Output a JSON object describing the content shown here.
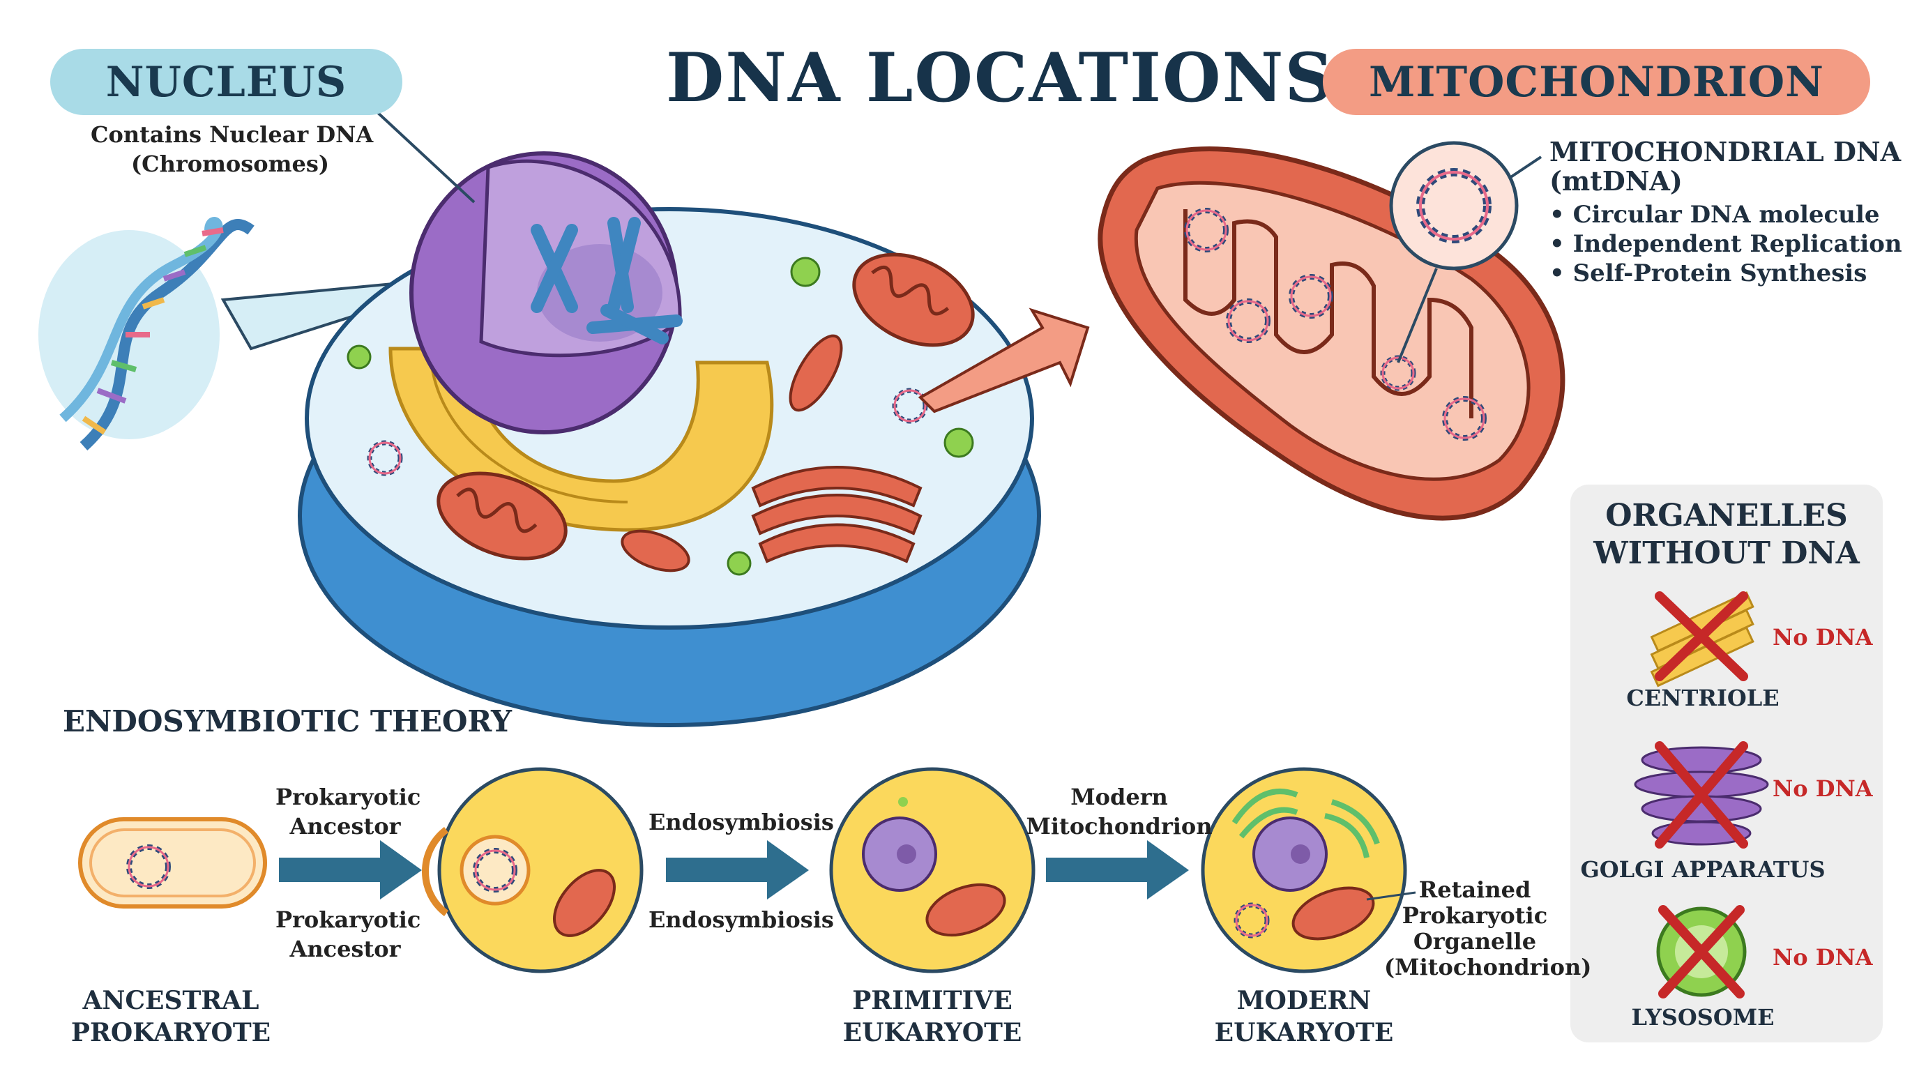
{
  "title": "DNA LOCATIONS",
  "nucleus": {
    "label": "NUCLEUS",
    "caption_line1": "Contains Nuclear DNA",
    "caption_line2": "(Chromosomes)"
  },
  "mitochondrion": {
    "label": "MITOCHONDRION",
    "heading_line1": "MITOCHONDRIAL DNA",
    "heading_line2": "(mtDNA)",
    "bullets": [
      "• Circular DNA molecule",
      "• Independent Replication",
      "• Self-Protein Synthesis"
    ]
  },
  "endosymbiotic": {
    "heading": "ENDOSYMBIOTIC THEORY",
    "arrow1_top": [
      "Prokaryotic",
      "Ancestor"
    ],
    "arrow1_bottom": [
      "Prokaryotic",
      "Ancestor"
    ],
    "arrow2_top": "Endosymbiosis",
    "arrow2_bottom": "Endosymbiosis",
    "arrow3_top": [
      "Modern",
      "Mitochondrion"
    ],
    "stage1": [
      "ANCESTRAL",
      "PROKARYOTE"
    ],
    "stage2": [
      "PRIMITIVE",
      "EUKARYOTE"
    ],
    "stage3": [
      "MODERN",
      "EUKARYOTE"
    ],
    "retained": [
      "Retained",
      "Prokaryotic",
      "Organelle",
      "(Mitochondrion)"
    ]
  },
  "no_dna_panel": {
    "heading_line1": "ORGANELLES",
    "heading_line2": "WITHOUT DNA",
    "items": [
      {
        "name": "CENTRIOLE",
        "tag": "No DNA"
      },
      {
        "name": "GOLGI APPARATUS",
        "tag": "No DNA"
      },
      {
        "name": "LYSOSOME",
        "tag": "No DNA"
      }
    ]
  },
  "colors": {
    "nucleus_pill": "#a9dbe7",
    "mito_pill": "#f39c84",
    "cell_blue": "#5aa9dc",
    "nucleus_purple": "#9b6cc6",
    "er_yellow": "#f6c94e",
    "mito_red": "#e2684f",
    "cross_red": "#c62828"
  }
}
